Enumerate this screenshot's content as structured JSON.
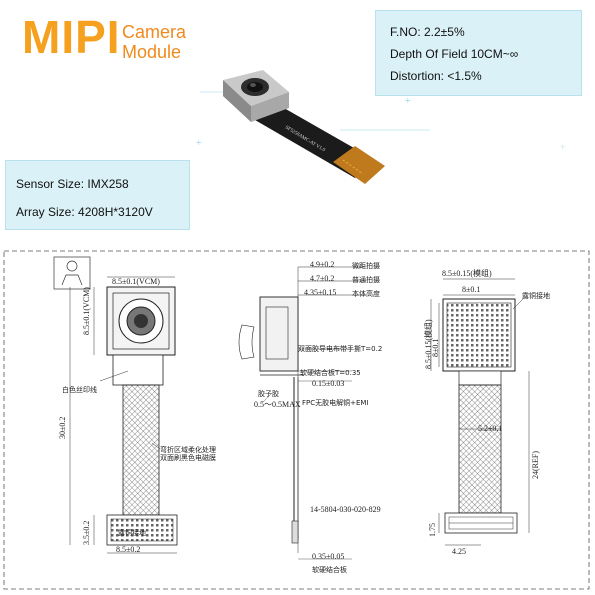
{
  "brand": {
    "logo_text": "MIPI",
    "logo_line1": "Camera",
    "logo_line2": "Module",
    "color_primary": "#f5a01e"
  },
  "specs_top": {
    "f_no": "F.NO: 2.2±5%",
    "depth_of_field": "Depth Of Field 10CM~∞",
    "distortion": "Distortion: <1.5%"
  },
  "specs_left": {
    "sensor_size": "Sensor Size: IMX258",
    "array_size": "Array Size: 4208H*3120V"
  },
  "product_photo": {
    "fpc_print": "SF5258AMC-AT V1.0"
  },
  "drawing": {
    "front_view": {
      "width_top": "8.5±0.1(VCM)",
      "height_vcm": "8.5±0.1(VCM)",
      "label_white_silk": "白色丝印线",
      "length_total": "30±0.2",
      "label_bend_1": "弯折区域柔化处理",
      "label_bend_2": "双面刷黑色电磁膜",
      "stiffener_len": "3.5±0.2",
      "label_copper": "露铜接地",
      "width_bottom": "8.5±0.2"
    },
    "side_view": {
      "dim_49": "4.9±0.2",
      "label_49": "微距拍摄",
      "dim_47": "4.7±0.2",
      "label_47": "普通拍摄",
      "dim_435": "4.35±0.15",
      "label_435": "本体高度",
      "label_tape": "双面胶导电布带手撕T=0.2",
      "label_board": "软硬结合板T=0.35",
      "dim_015": "0.15±0.03",
      "label_glue": "胶子胶",
      "dim_glue": "0.5～0.5MAX",
      "label_fpc": "FPC无胶电解铜+EMI",
      "connector_pn": "14-5804-030-020-829",
      "dim_035": "0.35±0.05",
      "label_board_bottom": "软硬结合板"
    },
    "back_view": {
      "width_top": "8.5±0.15(模组)",
      "width_inner": "8±0.1",
      "label_copper": "露铜接地",
      "height_module": "8.5±0.15(模组)",
      "height_inner": "8±0.1",
      "fpc_width": "5.2±0.1",
      "ref_length": "24(REF)",
      "conn_height": "1.75",
      "conn_width": "4.25"
    }
  }
}
